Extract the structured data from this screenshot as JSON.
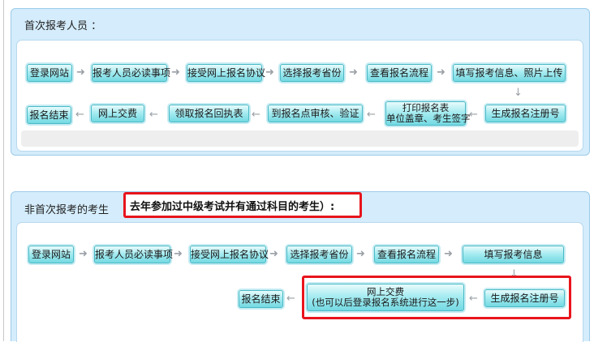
{
  "section1": {
    "title": "首次报考人员 ：",
    "row1": [
      "登录网站",
      "报考人员必读事项",
      "接受网上报名协议",
      "选择报考省份",
      "查看报名流程",
      "填写报考信息、照片上传"
    ],
    "row2": {
      "generate": "生成报名注册号",
      "print_line1": "打印报名表",
      "print_line2": "单位盖章、考生签字",
      "verify": "到报名点审核、验证",
      "receipt": "领取报名回执表",
      "pay": "网上交费",
      "end": "报名结束"
    }
  },
  "section2": {
    "title": "非首次报考的考生",
    "highlight": "去年参加过中级考试并有通过科目的考生）:",
    "row1": [
      "登录网站",
      "报考人员必读事项",
      "接受网上报名协议",
      "选择报考省份",
      "查看报名流程",
      "填写报考信息"
    ],
    "row2": {
      "generate": "生成报名注册号",
      "pay_line1": "网上交费",
      "pay_line2": "(也可以后登录报名系统进行这一步)",
      "end": "报名结束"
    }
  },
  "colors": {
    "highlight_border": "#e8141c",
    "button_fill": "#a7ecf1",
    "panel_bg": "#d4ecfb"
  },
  "icons": {
    "right": "arrow-right-icon",
    "left": "arrow-left-icon",
    "down": "arrow-down-icon"
  }
}
